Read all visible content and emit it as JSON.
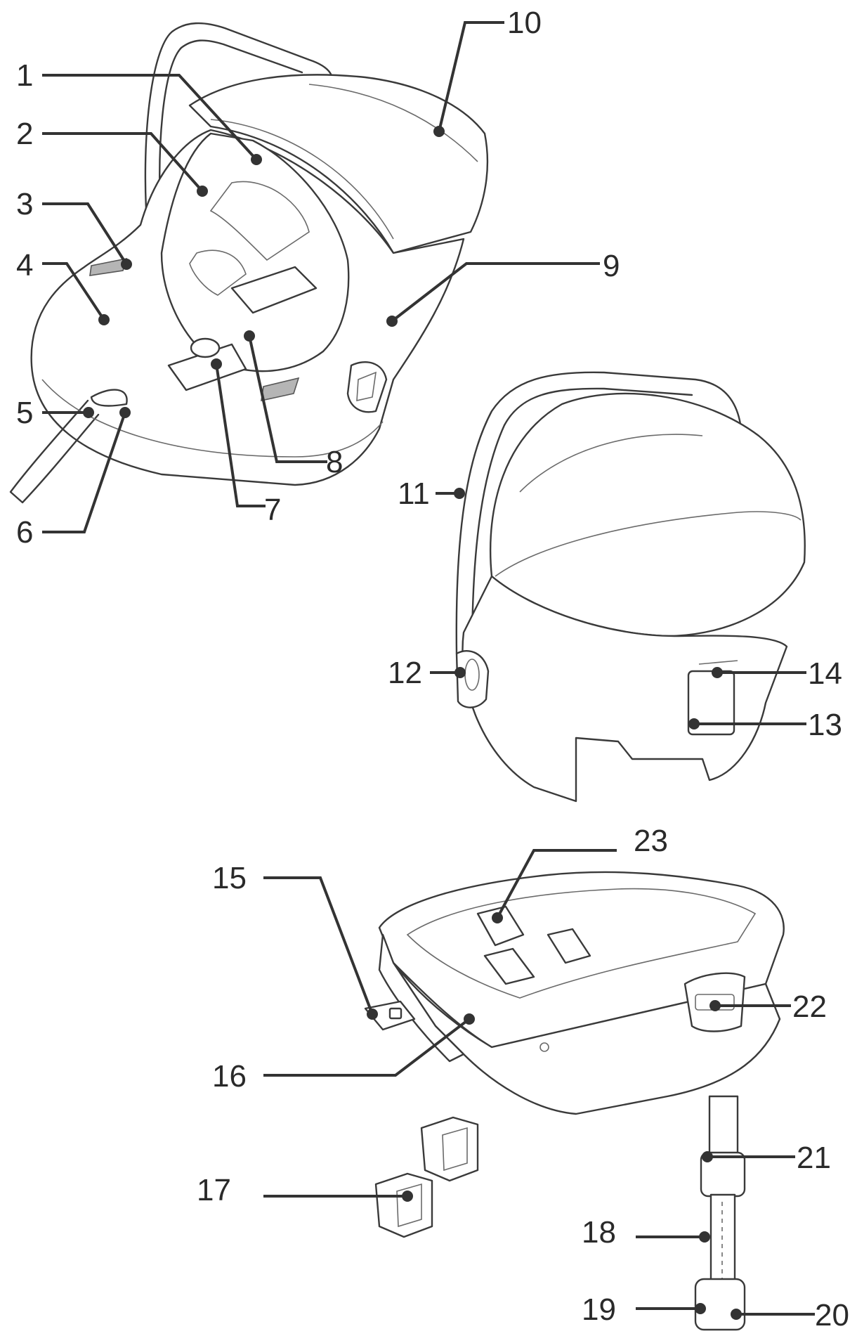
{
  "diagram": {
    "callouts": [
      {
        "id": "1",
        "label": "1"
      },
      {
        "id": "2",
        "label": "2"
      },
      {
        "id": "3",
        "label": "3"
      },
      {
        "id": "4",
        "label": "4"
      },
      {
        "id": "5",
        "label": "5"
      },
      {
        "id": "6",
        "label": "6"
      },
      {
        "id": "7",
        "label": "7"
      },
      {
        "id": "8",
        "label": "8"
      },
      {
        "id": "9",
        "label": "9"
      },
      {
        "id": "10",
        "label": "10"
      },
      {
        "id": "11",
        "label": "11"
      },
      {
        "id": "12",
        "label": "12"
      },
      {
        "id": "13",
        "label": "13"
      },
      {
        "id": "14",
        "label": "14"
      },
      {
        "id": "15",
        "label": "15"
      },
      {
        "id": "16",
        "label": "16"
      },
      {
        "id": "17",
        "label": "17"
      },
      {
        "id": "18",
        "label": "18"
      },
      {
        "id": "19",
        "label": "19"
      },
      {
        "id": "20",
        "label": "20"
      },
      {
        "id": "21",
        "label": "21"
      },
      {
        "id": "22",
        "label": "22"
      },
      {
        "id": "23",
        "label": "23"
      }
    ],
    "colors": {
      "line": "#333333",
      "text": "#2a2a2a",
      "highlight": "#b5b5b5",
      "background": "#ffffff"
    }
  }
}
